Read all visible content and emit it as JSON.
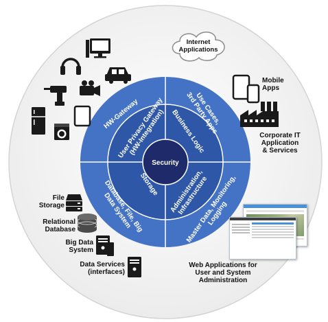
{
  "diagram": {
    "center_label": "Security",
    "inner_ring": {
      "hw_integration": [
        "User Privacy Gateway",
        "(HW-Integration)"
      ],
      "business_logic": "Business Logic",
      "storage": "Storage",
      "administration": [
        "Administration,",
        "Infrastructure"
      ]
    },
    "outer_ring": {
      "hw_gateway": "HW-Gateway",
      "use_cases": [
        "Use Cases,",
        "3rd Party Apps"
      ],
      "database": [
        "Database, File, Big",
        "Data System"
      ],
      "master_data": [
        "Master Data, Monitoring,",
        "Logging"
      ]
    },
    "external": {
      "internet_apps": [
        "Internet",
        "Applications"
      ],
      "mobile_apps": [
        "Mobile",
        "Apps"
      ],
      "corporate_it": [
        "Corporate IT",
        "Application",
        "& Services"
      ],
      "file_storage": [
        "File",
        "Storage"
      ],
      "relational_db": [
        "Relational",
        "Database"
      ],
      "big_data": [
        "Big Data",
        "System"
      ],
      "data_services": [
        "Data Services",
        "(interfaces)"
      ],
      "web_apps": [
        "Web Applications for",
        "User and System",
        "Administration"
      ]
    },
    "devices": [
      "desktop-computer-icon",
      "headphones-icon",
      "car-icon",
      "drill-icon",
      "video-camera-icon",
      "refrigerator-icon",
      "tablet-icon",
      "washing-machine-icon"
    ],
    "colors": {
      "outer_disc": "#f2f2f2",
      "outer_ring": "#4472c4",
      "inner_ring": "#2f4f9e",
      "core": "#1f2a6b",
      "divider": "#ffffff"
    }
  }
}
